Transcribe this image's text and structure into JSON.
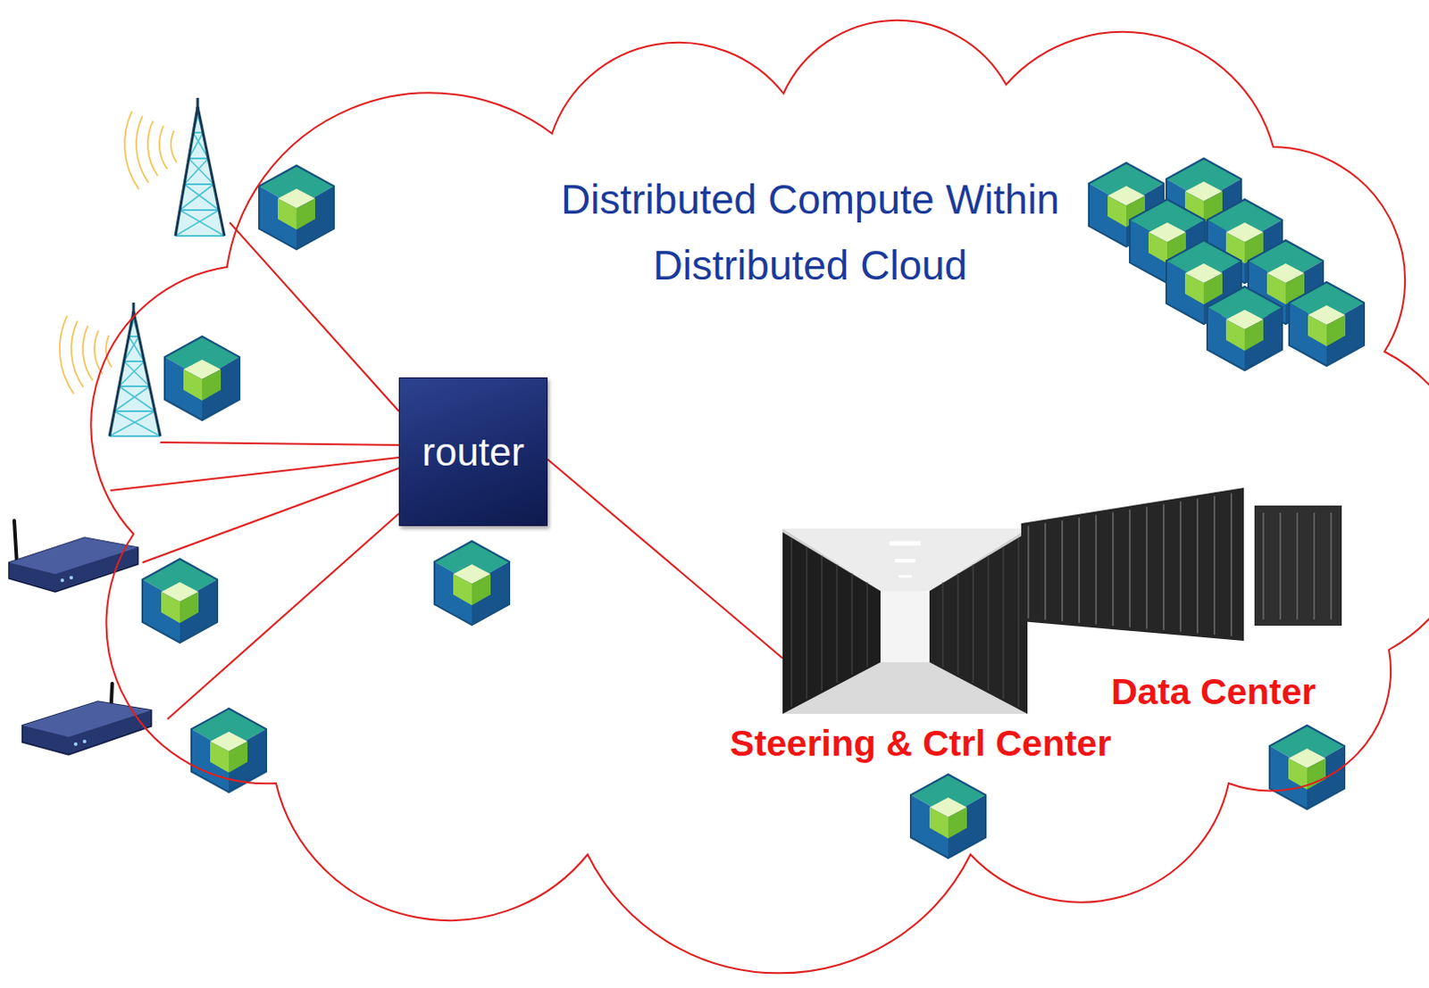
{
  "diagram": {
    "nodes": [
      {
        "text": [
          "Distributed Compute Within Distributed Cloud"
        ]
      },
      {
        "text": [
          "router"
        ],
        "in": 0
      },
      {
        "text": [
          "Steering & Ctrl Center"
        ],
        "in": 0
      },
      {
        "text": [
          "Data Center"
        ],
        "in": 0
      }
    ],
    "edges": [
      {
        "from": 1,
        "to": 2,
        "arrow": "none"
      }
    ]
  }
}
